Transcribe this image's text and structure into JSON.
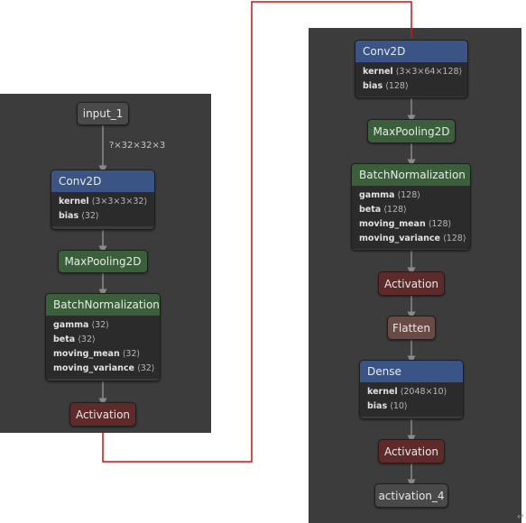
{
  "left": {
    "input": "input_1",
    "edge_label": "?×32×32×3",
    "conv": {
      "title": "Conv2D",
      "attrs": [
        {
          "k": "kernel",
          "v": "⟨3×3×3×32⟩"
        },
        {
          "k": "bias",
          "v": "⟨32⟩"
        }
      ]
    },
    "pool": "MaxPooling2D",
    "bn": {
      "title": "BatchNormalization",
      "attrs": [
        {
          "k": "gamma",
          "v": "⟨32⟩"
        },
        {
          "k": "beta",
          "v": "⟨32⟩"
        },
        {
          "k": "moving_mean",
          "v": "⟨32⟩"
        },
        {
          "k": "moving_variance",
          "v": "⟨32⟩"
        }
      ]
    },
    "act": "Activation"
  },
  "right": {
    "conv": {
      "title": "Conv2D",
      "attrs": [
        {
          "k": "kernel",
          "v": "⟨3×3×64×128⟩"
        },
        {
          "k": "bias",
          "v": "⟨128⟩"
        }
      ]
    },
    "pool": "MaxPooling2D",
    "bn": {
      "title": "BatchNormalization",
      "attrs": [
        {
          "k": "gamma",
          "v": "⟨128⟩"
        },
        {
          "k": "beta",
          "v": "⟨128⟩"
        },
        {
          "k": "moving_mean",
          "v": "⟨128⟩"
        },
        {
          "k": "moving_variance",
          "v": "⟨128⟩"
        }
      ]
    },
    "act1": "Activation",
    "flatten": "Flatten",
    "dense": {
      "title": "Dense",
      "attrs": [
        {
          "k": "kernel",
          "v": "⟨2048×10⟩"
        },
        {
          "k": "bias",
          "v": "⟨10⟩"
        }
      ]
    },
    "act2": "Activation",
    "output": "activation_4"
  },
  "colors": {
    "connector": "#cc1111",
    "edge": "#8a8a8a",
    "panel": "#3c3c3c"
  },
  "end_mark": "↵"
}
